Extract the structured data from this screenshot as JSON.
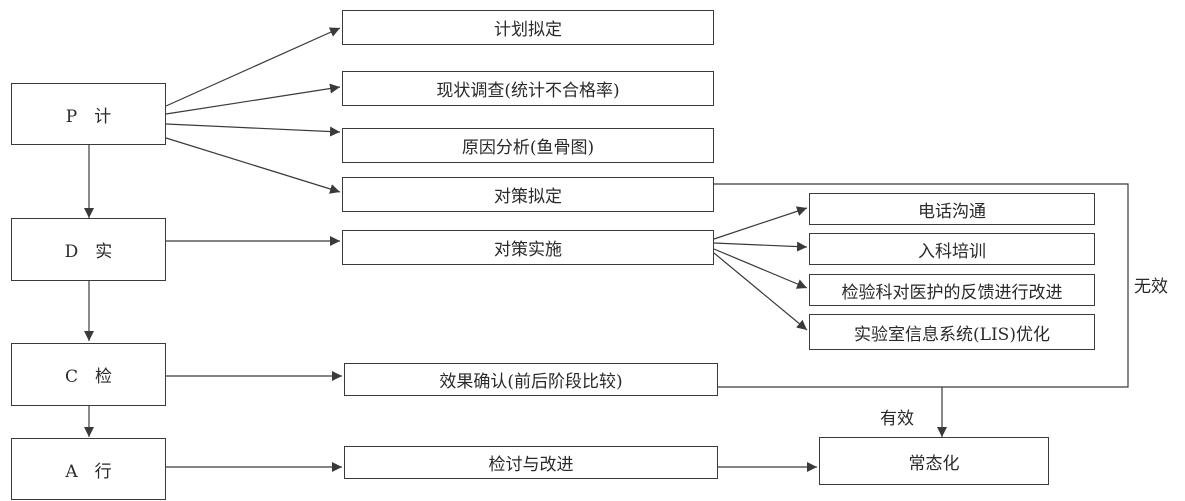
{
  "pdca": {
    "p": "P　计",
    "d": "D　实",
    "c": "C　检",
    "a": "A　行"
  },
  "plan": {
    "s1": "计划拟定",
    "s2": "现状调查(统计不合格率)",
    "s3": "原因分析(鱼骨图)",
    "s4": "对策拟定"
  },
  "do": {
    "main": "对策实施",
    "m1": "电话沟通",
    "m2": "入科培训",
    "m3": "检验科对医护的反馈进行改进",
    "m4": "实验室信息系统(LIS)优化"
  },
  "check": {
    "main": "效果确认(前后阶段比较)"
  },
  "act": {
    "main": "检讨与改进"
  },
  "result": "常态化",
  "labels": {
    "invalid": "无效",
    "valid": "有效"
  }
}
